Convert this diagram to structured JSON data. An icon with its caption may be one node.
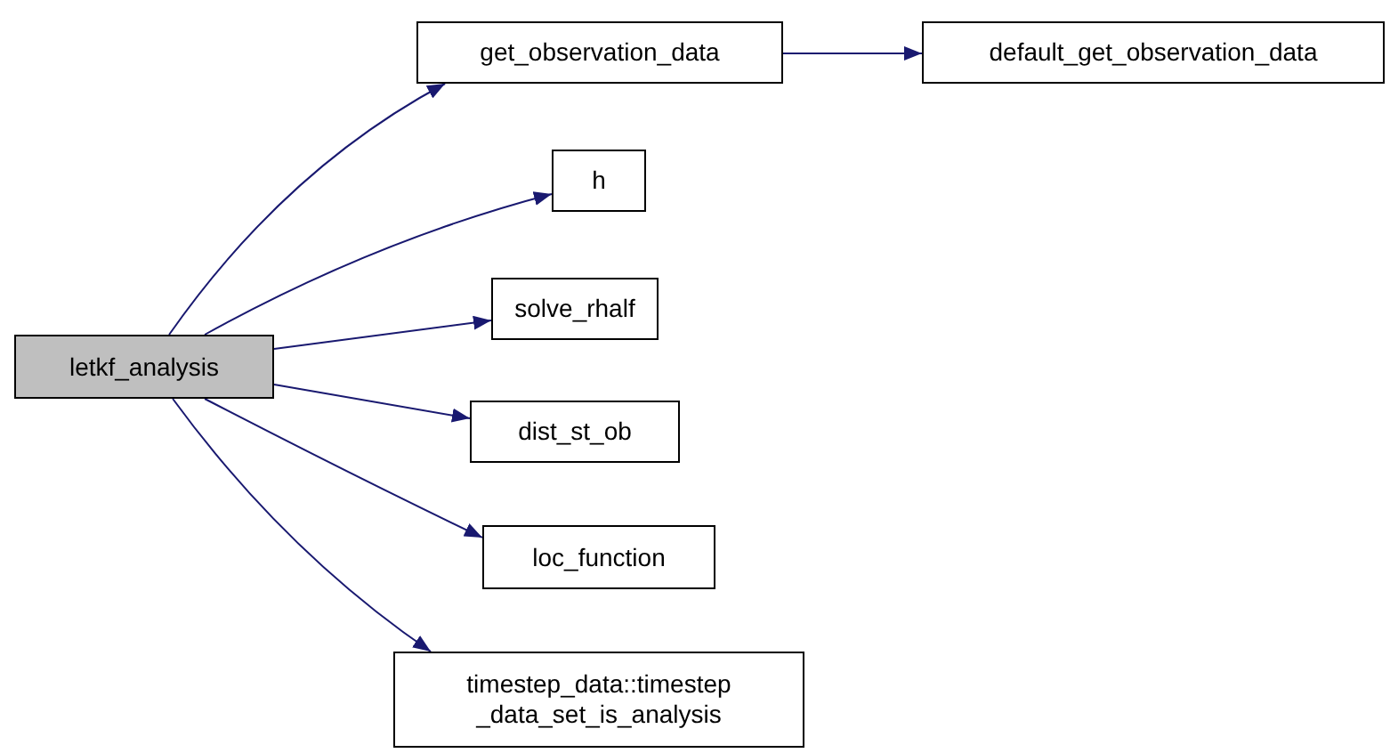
{
  "diagram": {
    "nodes": [
      {
        "text": [
          "letkf_analysis"
        ]
      },
      {
        "text": [
          "get_observation_data"
        ]
      },
      {
        "text": [
          "default_get_observation_data"
        ]
      },
      {
        "text": [
          "h"
        ]
      },
      {
        "text": [
          "solve_rhalf"
        ]
      },
      {
        "text": [
          "dist_st_ob"
        ]
      },
      {
        "text": [
          "loc_function"
        ]
      },
      {
        "text": [
          "timestep_data::timestep _data_set_is_analysis"
        ]
      }
    ],
    "edges": [
      {
        "from": 0,
        "to": 1,
        "arrow": "to"
      },
      {
        "from": 0,
        "to": 3,
        "arrow": "to"
      },
      {
        "from": 0,
        "to": 4,
        "arrow": "to"
      },
      {
        "from": 0,
        "to": 5,
        "arrow": "to"
      },
      {
        "from": 0,
        "to": 6,
        "arrow": "to"
      },
      {
        "from": 0,
        "to": 7,
        "arrow": "to"
      },
      {
        "from": 1,
        "to": 2,
        "arrow": "to"
      }
    ]
  }
}
